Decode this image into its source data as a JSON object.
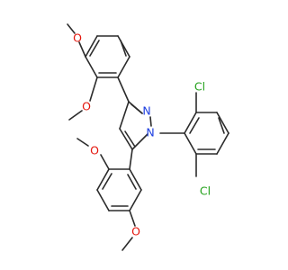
{
  "molecule": {
    "colors": {
      "bond": "#2b2b2b",
      "O": "#e4160d",
      "N": "#1c3ee0",
      "Cl": "#23a11b",
      "background": "#ffffff"
    },
    "labels": {
      "o1": "O",
      "o2": "O",
      "o3": "O",
      "o4": "O",
      "n1": "N",
      "n2": "N",
      "cl1": "Cl",
      "cl2": "Cl"
    }
  }
}
